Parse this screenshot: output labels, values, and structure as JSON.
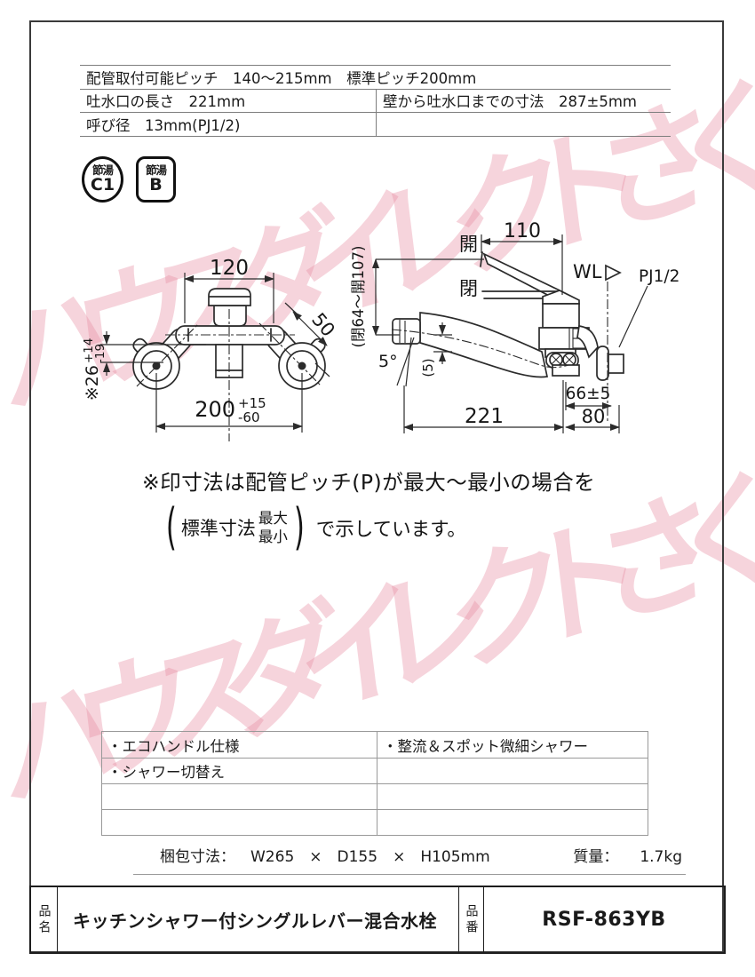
{
  "watermark": {
    "text": "ハウスダイレクトさくら",
    "color": "#e88fa2"
  },
  "spec_table": {
    "row1": "配管取付可能ピッチ　140～215mm　標準ピッチ200mm",
    "row2_left": "吐水口の長さ　221mm",
    "row2_right": "壁から吐水口までの寸法　287±5mm",
    "row3_left": "呼び径　13mm(PJ1/2)",
    "row3_right": ""
  },
  "badges": {
    "c1_top": "節湯",
    "c1_label": "C1",
    "b_top": "節湯",
    "b_label": "B"
  },
  "front": {
    "dim120": "120",
    "dim50": "50",
    "dim26": "※26",
    "dim26_plus": "+14",
    "dim26_minus": "-19",
    "dim200": "200",
    "dim200_plus": "+15",
    "dim200_minus": "-60"
  },
  "side": {
    "dim110": "110",
    "open": "開",
    "close": "閉",
    "range": "(閉64～開107)",
    "wl": "WL",
    "pj": "PJ1/2",
    "angle": "5°",
    "drop": "(5)",
    "wall": "66±5",
    "spout_len": "221",
    "depth": "80"
  },
  "note": {
    "line1": "※印寸法は配管ピッチ(P)が最大～最小の場合を",
    "paren_open": "(",
    "paren_label": "標準寸法",
    "max": "最大",
    "min": "最小",
    "paren_close": ")",
    "tail": "で示しています。"
  },
  "features": {
    "rows": [
      [
        "・エコハンドル仕様",
        "・整流＆スポット微細シャワー"
      ],
      [
        "・シャワー切替え",
        ""
      ],
      [
        "",
        ""
      ],
      [
        "",
        ""
      ]
    ]
  },
  "packing": {
    "label": "梱包寸法：",
    "w": "W265",
    "times1": "×",
    "d": "D155",
    "times2": "×",
    "h": "H105mm",
    "weight_label": "質量：",
    "weight": "1.7kg"
  },
  "product": {
    "name_label": "品名",
    "name": "キッチンシャワー付シングルレバー混合水栓",
    "code_label": "品番",
    "code": "RSF-863YB"
  }
}
